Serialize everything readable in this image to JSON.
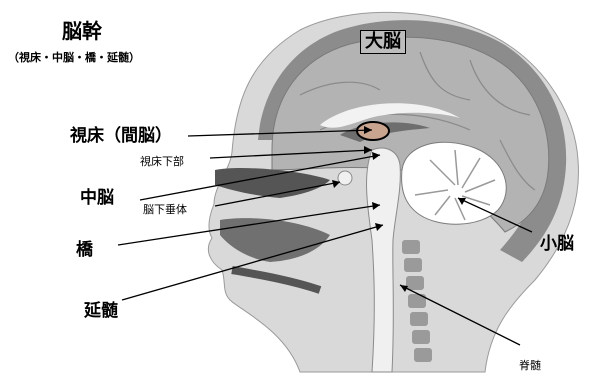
{
  "title": "脳幹",
  "subtitle": "（視床・中脳・橋・延髄）",
  "labels": {
    "cerebrum": "大脳",
    "thalamus": "視床（間脳）",
    "hypothalamus": "視床下部",
    "midbrain": "中脳",
    "pituitary": "脳下垂体",
    "pons": "橋",
    "medulla": "延髄",
    "cerebellum": "小脳",
    "spinal_cord": "脊髄"
  },
  "colors": {
    "skin": "#d9d9d9",
    "skull": "#8c8c8c",
    "brain": "#b3b3b3",
    "brainstem": "#f0f0f0",
    "ventricle": "#6e6e6e",
    "thalamus_highlight": "#c9a48f"
  }
}
